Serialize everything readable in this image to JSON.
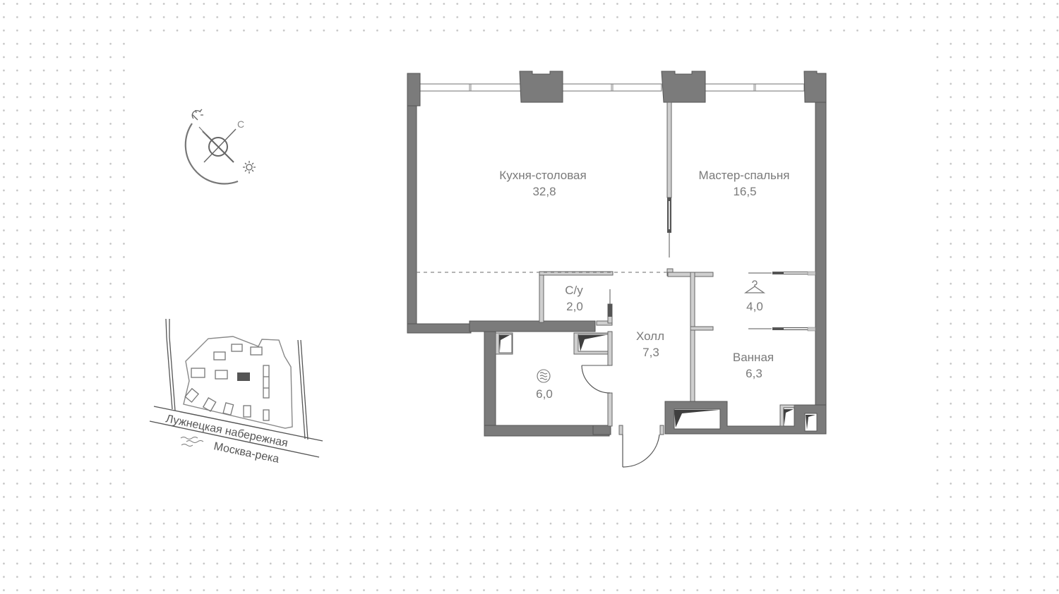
{
  "plan": {
    "rooms": [
      {
        "id": "kitchen",
        "name": "Кухня-столовая",
        "area": "32,8"
      },
      {
        "id": "master-bedroom",
        "name": "Мастер-спальня",
        "area": "16,5"
      },
      {
        "id": "wc",
        "name": "С/у",
        "area": "2,0"
      },
      {
        "id": "wardrobe",
        "name": "",
        "area": "4,0",
        "icon": "hanger-icon"
      },
      {
        "id": "hall",
        "name": "Холл",
        "area": "7,3"
      },
      {
        "id": "bathroom",
        "name": "Ванная",
        "area": "6,3"
      },
      {
        "id": "laundry",
        "name": "",
        "area": "6,0",
        "icon": "ventilation-icon"
      }
    ]
  },
  "compass": {
    "north_label": "С",
    "sunrise_icon": "sunrise-icon",
    "sun_icon": "sun-icon"
  },
  "location_map": {
    "street": "Лужнецкая набережная",
    "river": "Москва-река"
  },
  "colors": {
    "wall": "#7b7b7b",
    "partition": "#cfcfcf",
    "text": "#7a7a7a",
    "dots": "#c4c4c4"
  }
}
